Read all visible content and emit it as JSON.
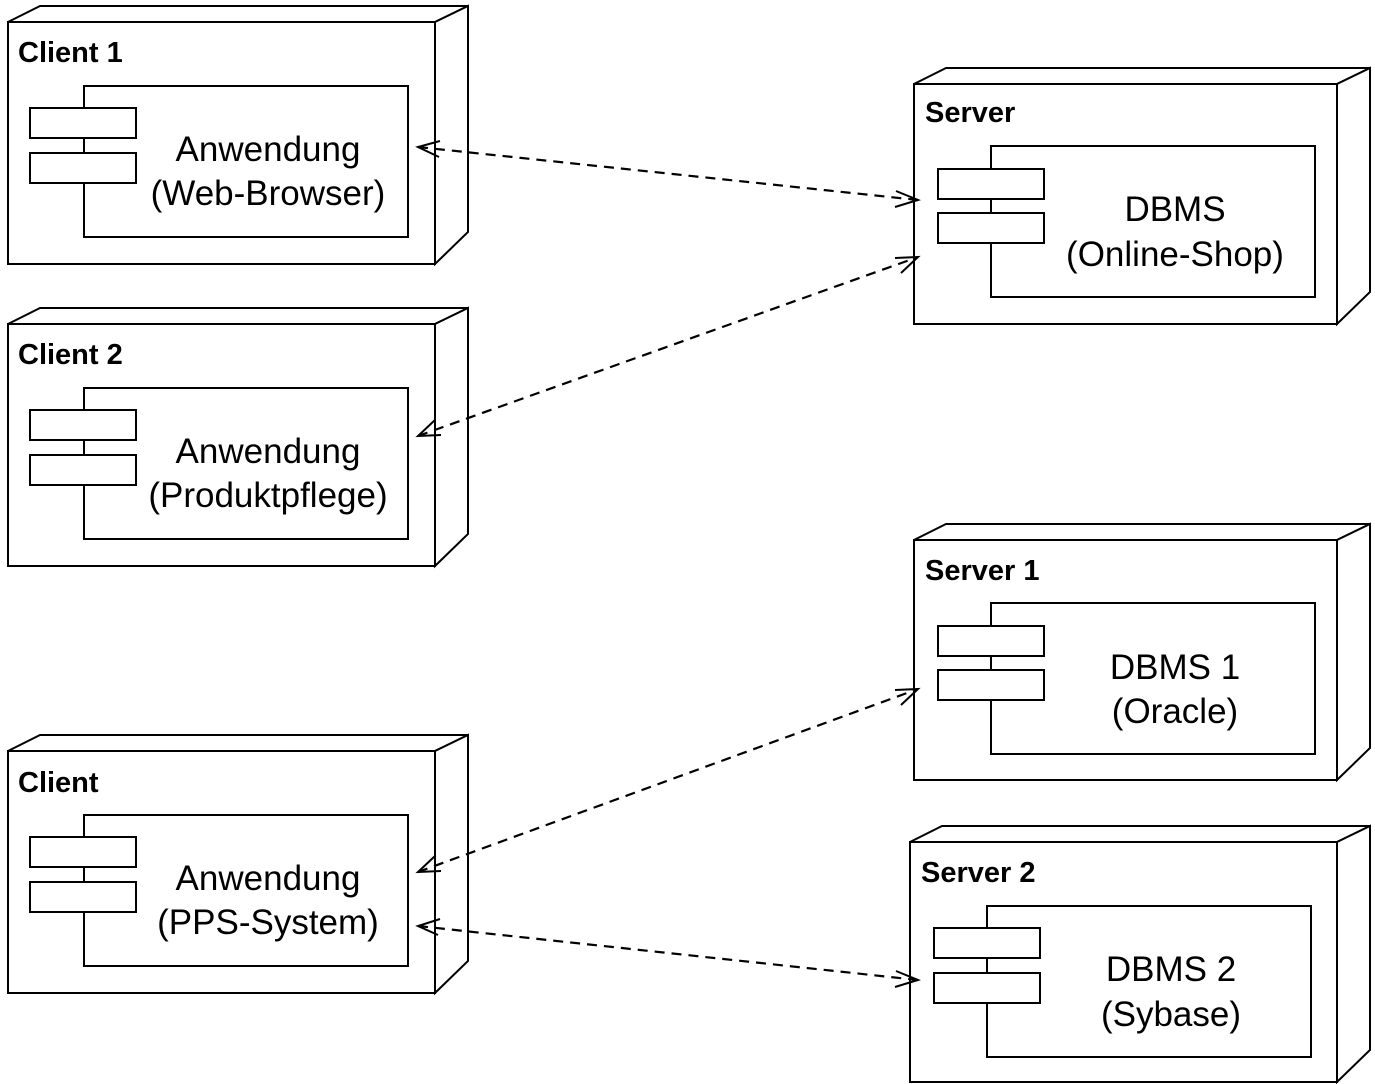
{
  "nodes": {
    "client1": {
      "title": "Client 1",
      "component_line1": "Anwendung",
      "component_line2": "(Web-Browser)"
    },
    "client2": {
      "title": "Client 2",
      "component_line1": "Anwendung",
      "component_line2": "(Produktpflege)"
    },
    "client": {
      "title": "Client",
      "component_line1": "Anwendung",
      "component_line2": "(PPS-System)"
    },
    "server": {
      "title": "Server",
      "component_line1": "DBMS",
      "component_line2": "(Online-Shop)"
    },
    "server1": {
      "title": "Server 1",
      "component_line1": "DBMS 1",
      "component_line2": "(Oracle)"
    },
    "server2": {
      "title": "Server 2",
      "component_line1": "DBMS 2",
      "component_line2": "(Sybase)"
    }
  },
  "connections": [
    {
      "from": "client1",
      "to": "server",
      "style": "dashed",
      "arrows": "both"
    },
    {
      "from": "client2",
      "to": "server",
      "style": "dashed",
      "arrows": "both"
    },
    {
      "from": "client",
      "to": "server1",
      "style": "dashed",
      "arrows": "both"
    },
    {
      "from": "client",
      "to": "server2",
      "style": "dashed",
      "arrows": "both"
    }
  ],
  "colors": {
    "stroke": "#000000",
    "background": "#ffffff"
  }
}
